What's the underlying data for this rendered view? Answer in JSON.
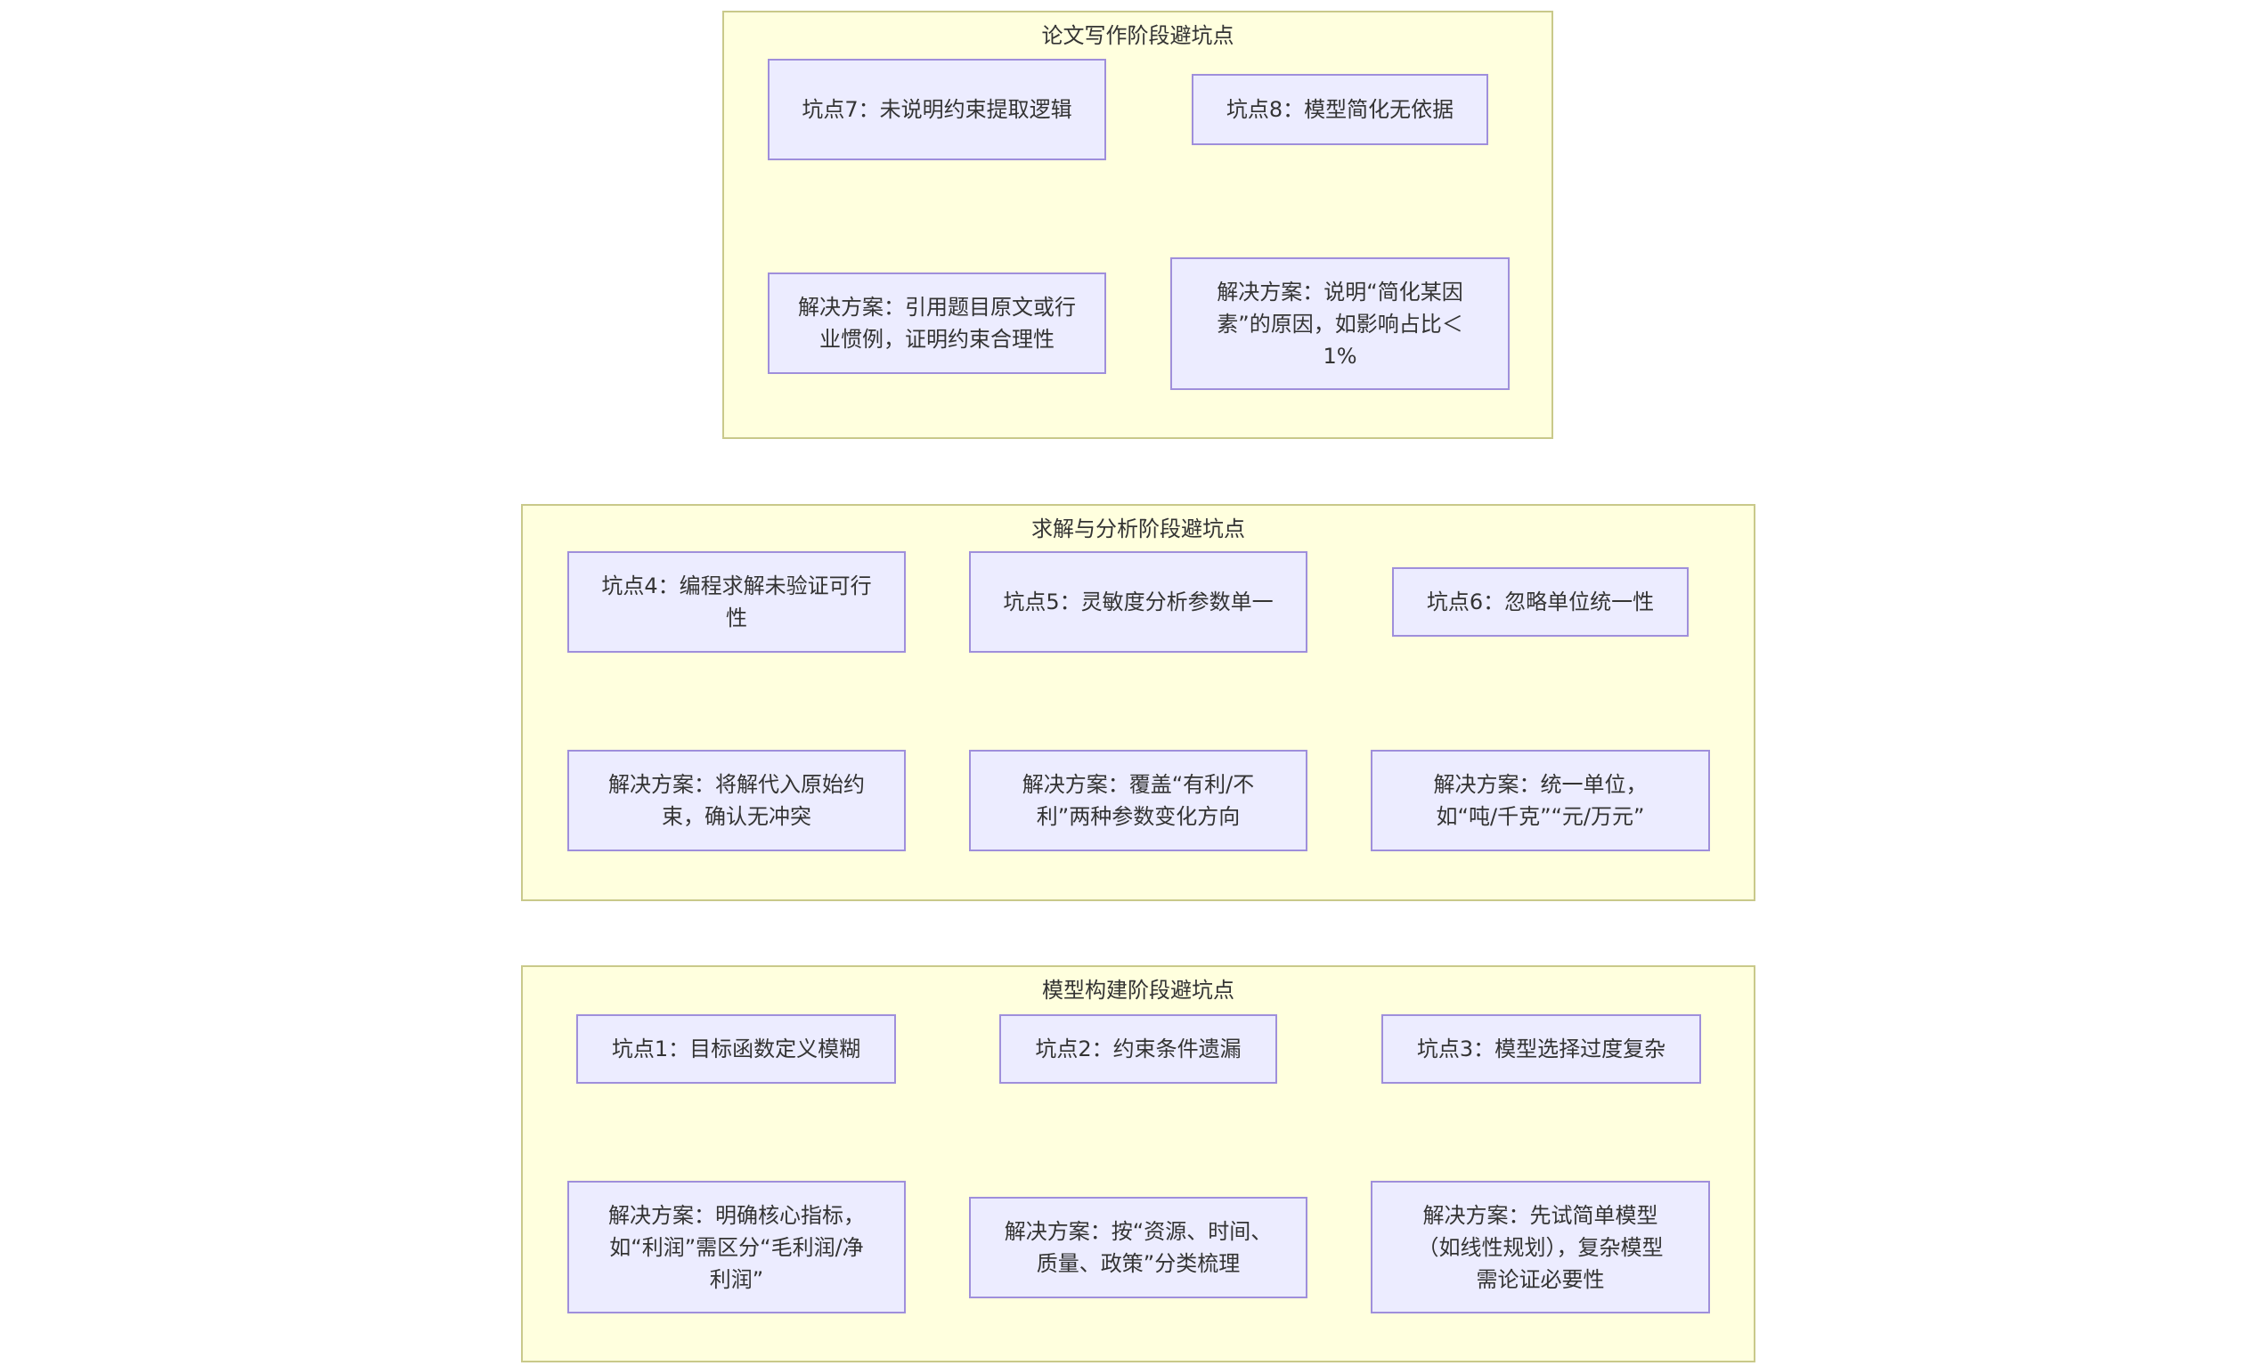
{
  "colors": {
    "cluster_fill": "#ffffde",
    "cluster_border": "#c9c98a",
    "node_fill": "#ececff",
    "node_border": "#9f8fdb",
    "edge": "#333333",
    "text": "#333333"
  },
  "clusters": {
    "writing": {
      "title": "论文写作阶段避坑点",
      "pit7": "坑点7：未说明约束提取逻辑",
      "sol7": "解决方案：引用题目原文或行业惯例，证明约束合理性",
      "pit8": "坑点8：模型简化无依据",
      "sol8": "解决方案：说明“简化某因素”的原因，如影响占比＜1%"
    },
    "solving": {
      "title": "求解与分析阶段避坑点",
      "pit4": "坑点4：编程求解未验证可行性",
      "sol4": "解决方案：将解代入原始约束，确认无冲突",
      "pit5": "坑点5：灵敏度分析参数单一",
      "sol5": "解决方案：覆盖“有利/不利”两种参数变化方向",
      "pit6": "坑点6：忽略单位统一性",
      "sol6": "解决方案：统一单位，如“吨/千克”“元/万元”"
    },
    "modeling": {
      "title": "模型构建阶段避坑点",
      "pit1": "坑点1：目标函数定义模糊",
      "sol1": "解决方案：明确核心指标，如“利润”需区分“毛利润/净利润”",
      "pit2": "坑点2：约束条件遗漏",
      "sol2": "解决方案：按“资源、时间、质量、政策”分类梳理",
      "pit3": "坑点3：模型选择过度复杂",
      "sol3": "解决方案：先试简单模型（如线性规划），复杂模型需论证必要性"
    }
  }
}
